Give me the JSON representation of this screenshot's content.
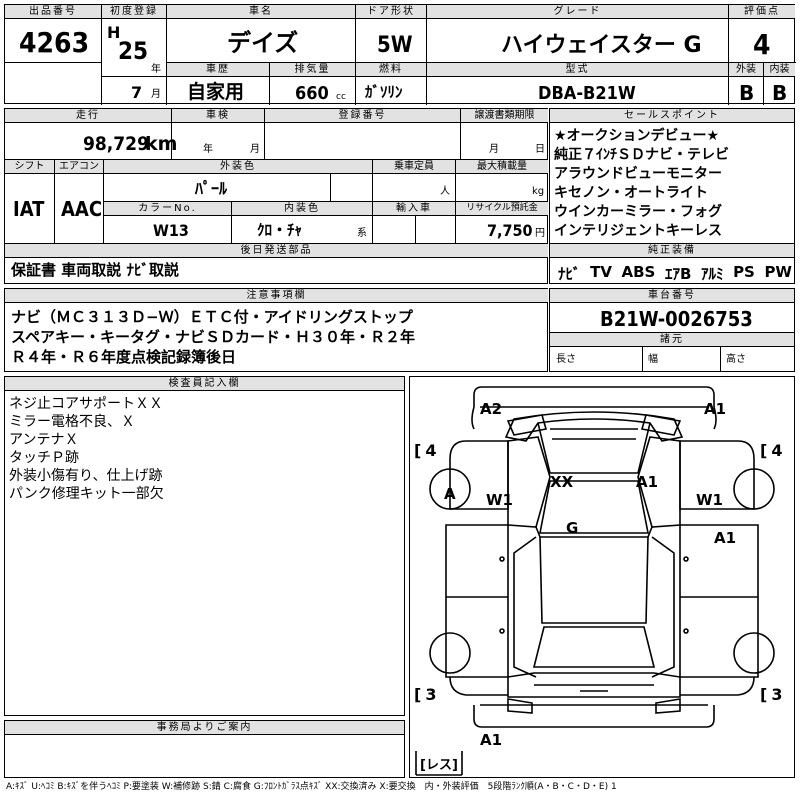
{
  "top": {
    "lot_header": "出品番号",
    "lot_number": "4263",
    "first_reg_header": "初度登録",
    "era": "H",
    "year": "25",
    "year_unit": "年",
    "month": "7",
    "month_unit": "月",
    "model_header": "車名",
    "model": "デイズ",
    "doors_header": "ドア形状",
    "doors": "5W",
    "grade_header": "グレード",
    "grade": "ハイウェイスター G",
    "score_header": "評価点",
    "score": "4",
    "history_header": "車歴",
    "history": "自家用",
    "displacement_header": "排気量",
    "displacement": "660",
    "displacement_unit": "cc",
    "fuel_header": "燃料",
    "fuel": "ｶﾞｿﾘﾝ",
    "type_header": "型式",
    "type_code": "DBA-B21W",
    "exterior_header": "外装",
    "exterior_grade": "B",
    "interior_header": "内装",
    "interior_grade": "B"
  },
  "middle": {
    "mileage_header": "走行",
    "mileage": "98,729",
    "mileage_unit": "km",
    "inspection_header": "車検",
    "inspection_year_unit": "年",
    "inspection_month_unit": "月",
    "reg_no_header": "登録番号",
    "transfer_header": "譲渡書類期限",
    "transfer_month_unit": "月",
    "transfer_day_unit": "日",
    "shift_header": "シフト",
    "shift": "IAT",
    "ac_header": "エアコン",
    "ac": "AAC",
    "ext_color_header": "外装色",
    "ext_color": "ﾊﾟｰﾙ",
    "capacity_header": "乗車定員",
    "capacity_unit": "人",
    "load_header": "最大積載量",
    "load_unit": "kg",
    "color_no_header": "カラーNo.",
    "color_no": "W13",
    "int_color_header": "内装色",
    "int_color": "ｸﾛ・ﾁｬ",
    "int_color_suffix": "系",
    "import_header": "輸入車",
    "recycle_header": "リサイクル預託金",
    "recycle": "7,750",
    "recycle_unit": "円",
    "later_header": "後日発送部品",
    "later_items": "保証書 車両取説 ﾅﾋﾞ取説"
  },
  "sales": {
    "header": "セールスポイント",
    "lines": [
      "★オークションデビュー★",
      "純正７ｲﾝﾁＳＤナビ・テレビ",
      "アラウンドビューモニター",
      "キセノン・オートライト",
      "ウインカーミラー・フォグ",
      "インテリジェントキーレス"
    ],
    "equip_header": "純正装備",
    "equipment": [
      "ﾅﾋﾞ",
      "TV",
      "ABS",
      "ｴｱB",
      "ｱﾙﾐ",
      "PS",
      "PW"
    ]
  },
  "caution": {
    "header": "注意事項欄",
    "lines": [
      "ナビ（ＭＣ３１３Ｄ−Ｗ）ＥＴＣ付・アイドリングストップ",
      "スペアキー・キータグ・ナビＳＤカード・Ｈ３０年・Ｒ２年",
      "Ｒ４年・Ｒ６年度点検記録簿後日"
    ]
  },
  "chassis": {
    "header": "車台番号",
    "number": "B21W-0026753",
    "spec_header": "諸元",
    "length_label": "長さ",
    "width_label": "幅",
    "height_label": "高さ"
  },
  "inspector": {
    "header": "検査員記入欄",
    "lines": [
      "ネジ止コアサポートＸＸ",
      "ミラー電格不良、Ｘ",
      "アンテナＸ",
      "タッチＰ跡",
      "外装小傷有り、仕上げ跡",
      "パンク修理キット一部欠"
    ]
  },
  "office": {
    "header": "事務局よりご案内"
  },
  "diagram": {
    "marks": [
      {
        "label": "A2",
        "pos": "front-bumper-left"
      },
      {
        "label": "A1",
        "pos": "front-bumper-right"
      },
      {
        "label": "XX",
        "pos": "hood-left"
      },
      {
        "label": "A1",
        "pos": "hood-right"
      },
      {
        "label": "A",
        "pos": "front-left-wheel"
      },
      {
        "label": "W1",
        "pos": "front-left-fender"
      },
      {
        "label": "W1",
        "pos": "front-right-fender"
      },
      {
        "label": "G",
        "pos": "windshield"
      },
      {
        "label": "A1",
        "pos": "right-front-door"
      },
      {
        "label": "A1",
        "pos": "rear-bumper"
      }
    ],
    "tire_front_left": "4",
    "tire_front_right": "4",
    "tire_rear_left": "3",
    "tire_rear_right": "3",
    "spare": "レス"
  },
  "legend": "A:ｷｽﾞ U:ﾍｺﾐ B:ｷｽﾞを伴うﾍｺﾐ P:要塗装 W:補修跡 S:錆 C:腐食 G:ﾌﾛﾝﾄｶﾞﾗｽ点ｷｽﾞ XX:交換済み X:要交換　内・外装評価　5段階ﾗﾝｸ順(A・B・C・D・E) 1"
}
